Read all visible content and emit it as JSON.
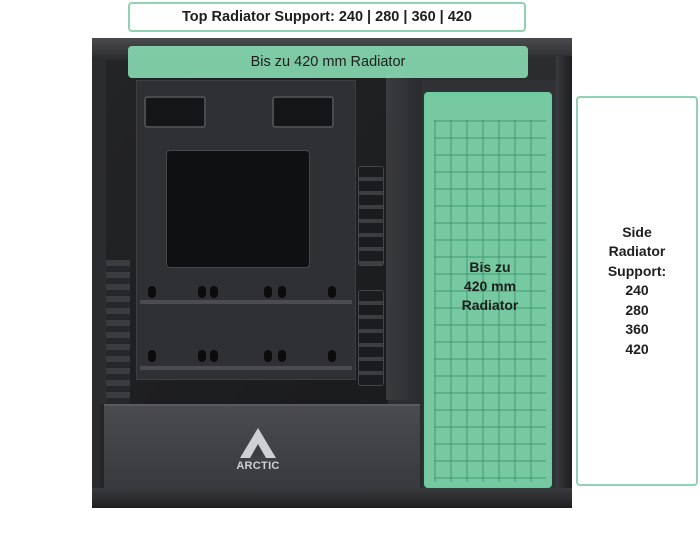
{
  "top_label": "Top Radiator Support: 240 | 280 | 360 | 420",
  "top_radiator_label": "Bis zu 420 mm Radiator",
  "side_radiator_label": [
    "Bis zu",
    "420 mm",
    "Radiator"
  ],
  "side_label": [
    "Side",
    "Radiator",
    "Support:",
    "240",
    "280",
    "360",
    "420"
  ],
  "brand_text": "ARCTIC",
  "colors": {
    "accent_green": "#86dcb2",
    "label_border": "#8fd3b4",
    "case_black": "#2b2c2e"
  }
}
